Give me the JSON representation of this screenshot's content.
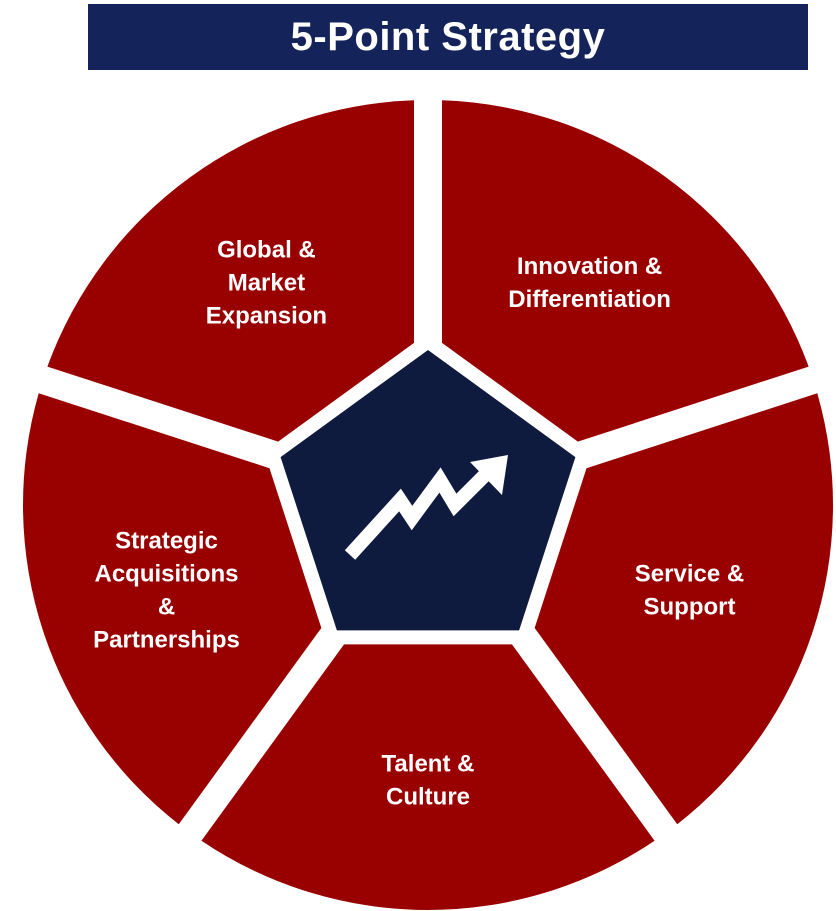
{
  "title": "5-Point Strategy",
  "colors": {
    "segment": "#990000",
    "center": "#0f1a3f",
    "banner": "#14235a",
    "text": "#ffffff"
  },
  "center_icon": "trending-up-arrow-icon",
  "segments": [
    {
      "lines": [
        "Global &",
        "Market",
        "Expansion"
      ]
    },
    {
      "lines": [
        "Innovation &",
        "Differentiation"
      ]
    },
    {
      "lines": [
        "Service &",
        "Support"
      ]
    },
    {
      "lines": [
        "Talent &",
        "Culture"
      ]
    },
    {
      "lines": [
        "Strategic",
        "Acquisitions",
        "&",
        "Partnerships"
      ]
    }
  ]
}
